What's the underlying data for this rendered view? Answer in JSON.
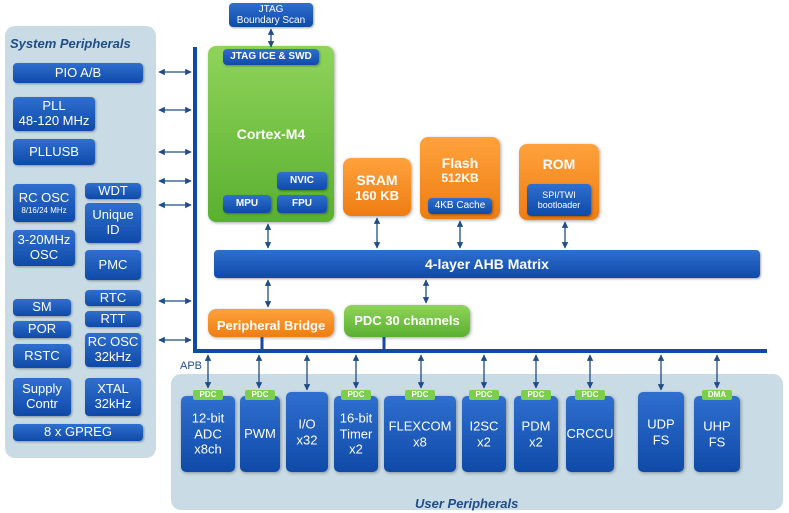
{
  "panels": {
    "system_title": "System Peripherals",
    "user_title": "User Peripherals",
    "apb_label": "APB"
  },
  "system": {
    "pio": "PIO A/B",
    "pll": "PLL\n48-120 MHz",
    "pllusb": "PLLUSB",
    "rcosc_title": "RC OSC",
    "rcosc_freq": "8/16/24 MHz",
    "wdt": "WDT",
    "unique_id": "Unique\nID",
    "osc_3_20": "3-20MHz\nOSC",
    "pmc": "PMC",
    "sm": "SM",
    "por": "POR",
    "rstc": "RSTC",
    "rtc": "RTC",
    "rtt": "RTT",
    "rcosc32": "RC OSC\n32kHz",
    "supply": "Supply\nContr",
    "xtal32": "XTAL\n32kHz",
    "gpreg": "8 x GPREG"
  },
  "core": {
    "jtag_boundary": "JTAG\nBoundary Scan",
    "jtag_ice": "JTAG ICE & SWD",
    "cortex": "Cortex-M4",
    "nvic": "NVIC",
    "mpu": "MPU",
    "fpu": "FPU"
  },
  "memory": {
    "sram_title": "SRAM",
    "sram_size": "160 KB",
    "flash_title": "Flash",
    "flash_size": "512KB",
    "flash_cache": "4KB Cache",
    "rom_title": "ROM",
    "rom_boot": "SPI/TWI\nbootloader"
  },
  "bus": {
    "ahb": "4-layer AHB Matrix",
    "bridge": "Peripheral Bridge",
    "pdc": "PDC 30 channels"
  },
  "user": [
    {
      "tag": "PDC",
      "label": "12-bit\nADC\nx8ch"
    },
    {
      "tag": "PDC",
      "label": "PWM"
    },
    {
      "tag": "",
      "label": "I/O\nx32"
    },
    {
      "tag": "PDC",
      "label": "16-bit\nTimer\nx2"
    },
    {
      "tag": "PDC",
      "label": "FLEXCOM\nx8"
    },
    {
      "tag": "PDC",
      "label": "I2SC\nx2"
    },
    {
      "tag": "PDC",
      "label": "PDM\nx2"
    },
    {
      "tag": "PDC",
      "label": "CRCCU"
    },
    {
      "tag": "",
      "label": "UDP\nFS"
    },
    {
      "tag": "DMA",
      "label": "UHP\nFS"
    }
  ]
}
